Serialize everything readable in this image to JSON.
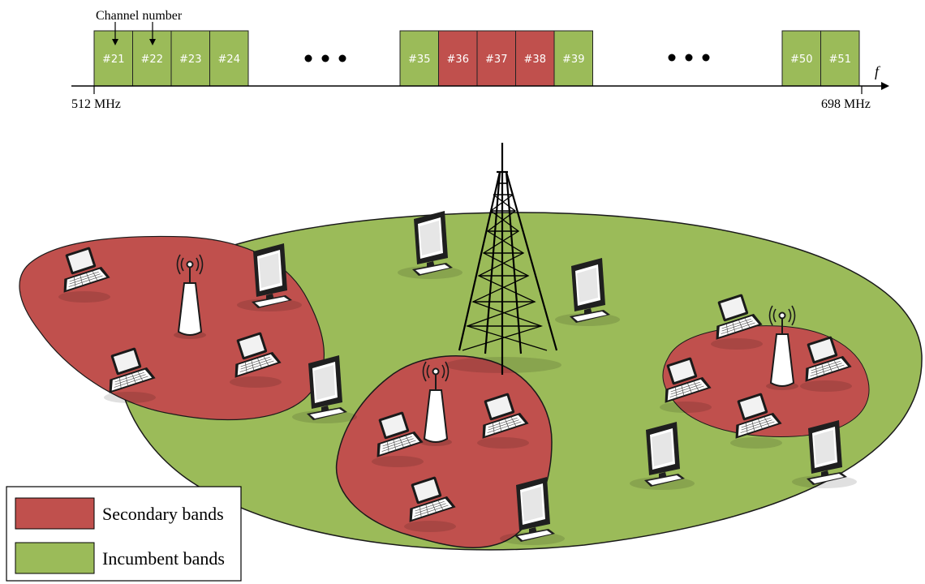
{
  "spectrum": {
    "annotation": "Channel number",
    "freq_start": "512 MHz",
    "freq_end": "698 MHz",
    "axis_symbol": "f",
    "groups": [
      {
        "channels": [
          {
            "label": "#21",
            "type": "incumbent"
          },
          {
            "label": "#22",
            "type": "incumbent"
          },
          {
            "label": "#23",
            "type": "incumbent"
          },
          {
            "label": "#24",
            "type": "incumbent"
          }
        ]
      },
      {
        "channels": [
          {
            "label": "#35",
            "type": "incumbent"
          },
          {
            "label": "#36",
            "type": "secondary"
          },
          {
            "label": "#37",
            "type": "secondary"
          },
          {
            "label": "#38",
            "type": "secondary"
          },
          {
            "label": "#39",
            "type": "incumbent"
          }
        ]
      },
      {
        "channels": [
          {
            "label": "#50",
            "type": "incumbent"
          },
          {
            "label": "#51",
            "type": "incumbent"
          }
        ]
      }
    ]
  },
  "legend": {
    "items": [
      {
        "label": "Secondary bands",
        "color": "#c0504d"
      },
      {
        "label": "Incumbent bands",
        "color": "#9bbb59"
      }
    ]
  },
  "colors": {
    "incumbent": "#9bbb59",
    "secondary": "#c0504d",
    "outline": "#222222"
  },
  "icons": [
    "tower-icon",
    "access-point-icon",
    "laptop-icon",
    "monitor-icon"
  ]
}
